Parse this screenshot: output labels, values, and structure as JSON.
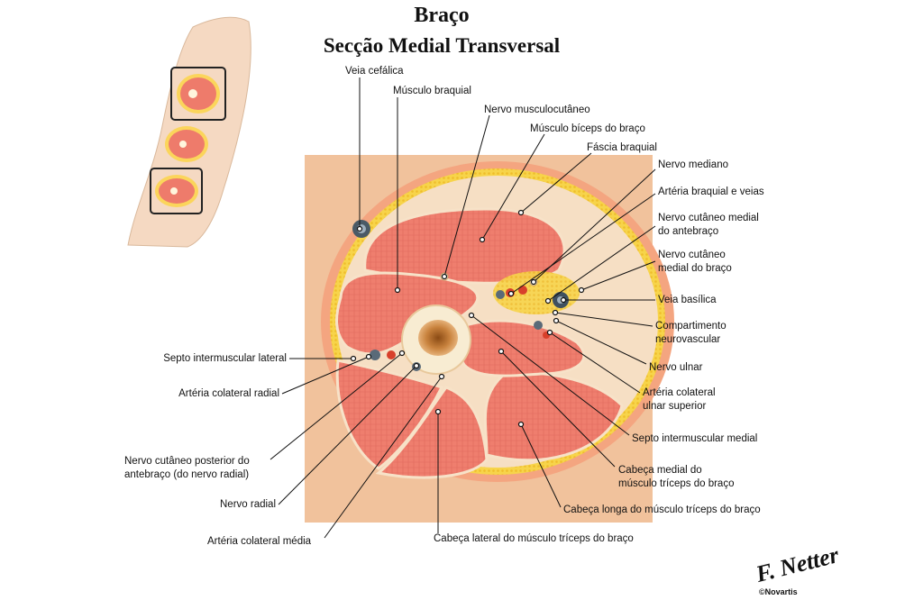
{
  "title": "Braço",
  "subtitle": "Secção Medial Transversal",
  "labels": {
    "veia_cefalica": "Veia cefálica",
    "musculo_braquial": "Músculo braquial",
    "nervo_musculocutaneo": "Nervo musculocutâneo",
    "musculo_biceps": "Músculo bíceps do braço",
    "fascia_braquial": "Fáscia braquial",
    "nervo_mediano": "Nervo mediano",
    "arteria_braquial": "Artéria braquial e veias",
    "nervo_cutaneo_medial_antebraco": [
      "Nervo cutâneo medial",
      "do antebraço"
    ],
    "nervo_cutaneo_medial_braco": [
      "Nervo cutâneo",
      "medial do braço"
    ],
    "veia_basilica": "Veia basílica",
    "compartimento": [
      "Compartimento",
      "neurovascular"
    ],
    "nervo_ulnar": "Nervo ulnar",
    "arteria_colateral_ulnar": [
      "Artéria colateral",
      "ulnar superior"
    ],
    "septo_medial": "Septo intermuscular medial",
    "cabeca_medial": [
      "Cabeça medial do",
      "músculo tríceps do braço"
    ],
    "cabeca_longa": "Cabeça longa do músculo tríceps do braço",
    "cabeca_lateral": "Cabeça lateral do músculo tríceps do braço",
    "septo_lateral": "Septo intermuscular lateral",
    "arteria_colateral_radial": "Artéria colateral radial",
    "nervo_cutaneo_posterior": [
      "Nervo cutâneo posterior do",
      "antebraço (do nervo radial)"
    ],
    "nervo_radial": "Nervo radial",
    "arteria_colateral_media": "Artéria colateral média"
  },
  "signature": "F. Netter",
  "copyright": "©Novartis"
}
